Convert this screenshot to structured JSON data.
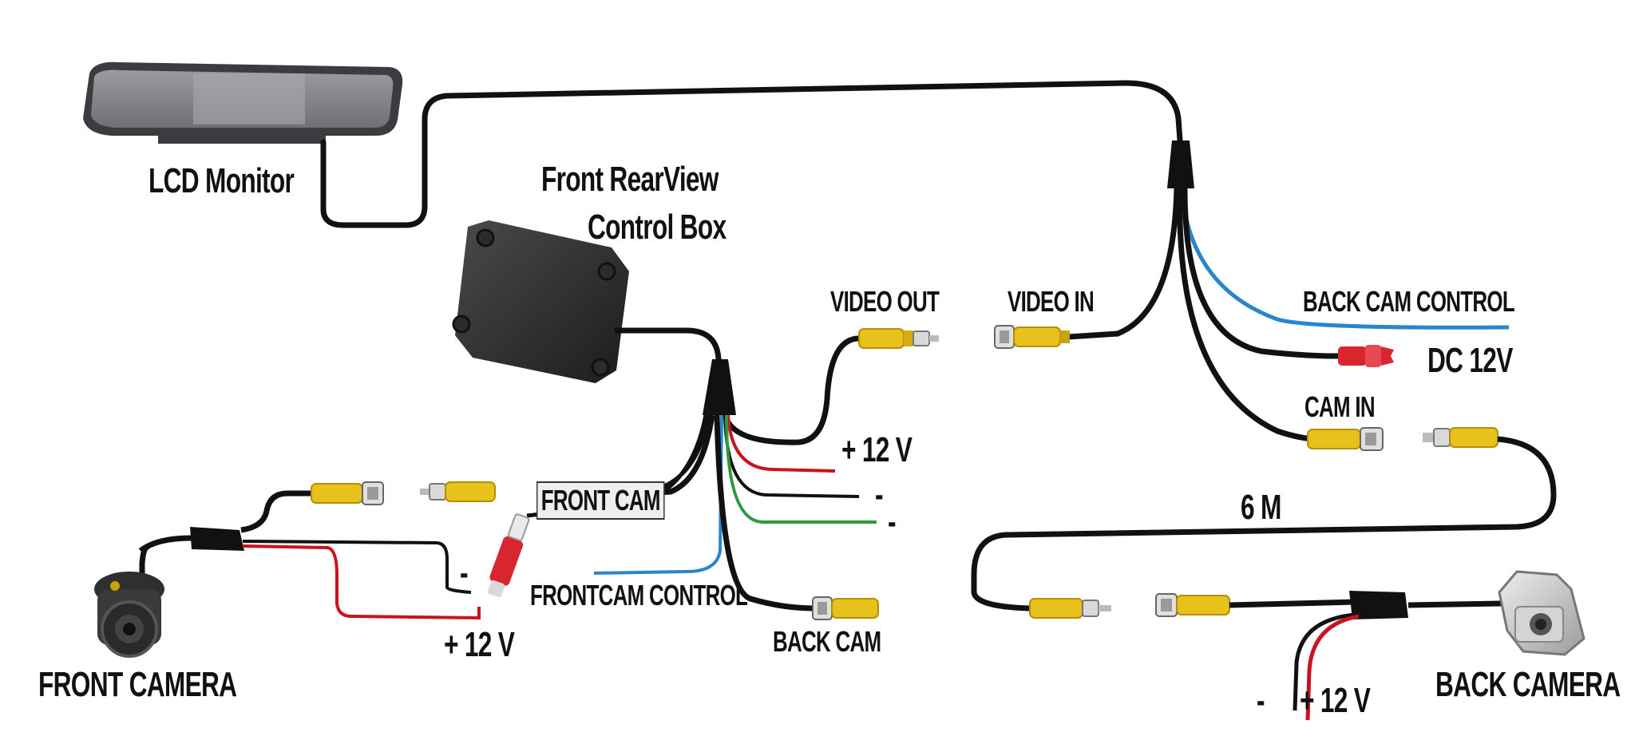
{
  "labels": {
    "lcd_monitor": "LCD Monitor",
    "control_box_line1": "Front RearView",
    "control_box_line2": "Control Box",
    "video_out": "VIDEO OUT",
    "video_in": "VIDEO IN",
    "back_cam_control": "BACK CAM CONTROL",
    "dc_12v": "DC 12V",
    "plus_12v_box": "+ 12 V",
    "minus_1": "-",
    "minus_2": "-",
    "cam_in": "CAM IN",
    "front_cam": "FRONT CAM",
    "six_m": "6 M",
    "minus_front": "-",
    "frontcam_control": "FRONTCAM CONTROL",
    "back_cam": "BACK CAM",
    "plus_12v_front": "+ 12 V",
    "front_camera": "FRONT CAMERA",
    "back_camera": "BACK CAMERA",
    "minus_back": "-",
    "plus_12v_back": "+ 12 V"
  },
  "colors": {
    "cable": "#111111",
    "power_red": "#c8141e",
    "control_blue": "#2a86c8",
    "ground_green": "#2e9a3c",
    "rca_yellow": "#e8c21c",
    "rca_red": "#d9252e",
    "monitor_gray": "#8c8d90",
    "box_dark": "#333333",
    "camera_silver": "#c9c9c9"
  }
}
